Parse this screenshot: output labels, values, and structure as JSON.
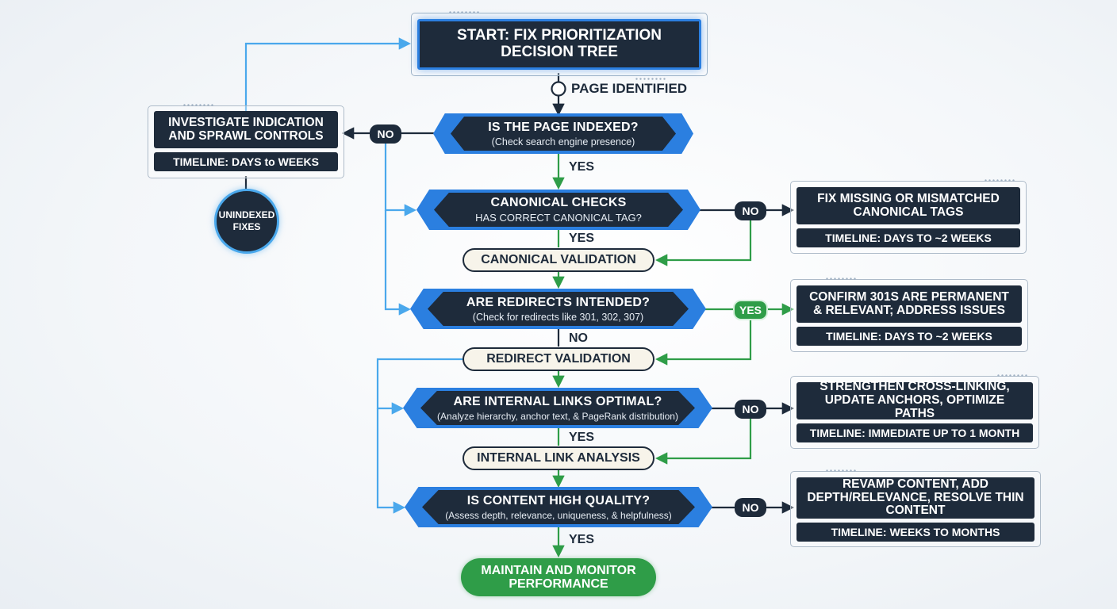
{
  "start": {
    "title": "START: FIX PRIORITIZATION DECISION TREE"
  },
  "entry_label": "PAGE IDENTIFIED",
  "decisions": [
    {
      "title": "IS THE PAGE INDEXED?",
      "subtitle": "(Check search engine presence)"
    },
    {
      "title": "CANONICAL CHECKS",
      "subtitle": "HAS CORRECT CANONICAL TAG?"
    },
    {
      "title": "ARE REDIRECTS INTENDED?",
      "subtitle": "(Check for redirects like 301, 302, 307)"
    },
    {
      "title": "ARE INTERNAL LINKS OPTIMAL?",
      "subtitle": "(Analyze hierarchy, anchor text, & PageRank distribution)"
    },
    {
      "title": "IS CONTENT HIGH QUALITY?",
      "subtitle": "(Assess depth, relevance, uniqueness, & helpfulness)"
    }
  ],
  "validations": [
    "CANONICAL VALIDATION",
    "REDIRECT VALIDATION",
    "INTERNAL LINK ANALYSIS"
  ],
  "labels": {
    "yes": "YES",
    "no": "NO"
  },
  "left_action": {
    "title": "INVESTIGATE INDICATION AND SPRAWL CONTROLS",
    "timeline": "TIMELINE: DAYS to WEEKS",
    "circle": "UNINDEXED FIXES"
  },
  "actions": [
    {
      "title": "FIX MISSING OR MISMATCHED CANONICAL TAGS",
      "timeline": "TIMELINE: DAYS TO ~2 WEEKS"
    },
    {
      "title": "CONFIRM 301s ARE PERMANENT & RELEVANT; ADDRESS ISSUES",
      "timeline": "TIMELINE: DAYS TO ~2 WEEKS"
    },
    {
      "title": "STRENGTHEN CROSS-LINKING, UPDATE ANCHORS, OPTIMIZE PATHS",
      "timeline": "TIMELINE: IMMEDIATE UP TO 1 MONTH"
    },
    {
      "title": "REVAMP CONTENT, ADD DEPTH/RELEVANCE, RESOLVE THIN CONTENT",
      "timeline": "TIMELINE: WEEKS TO MONTHS"
    }
  ],
  "end": {
    "title": "MAINTAIN AND MONITOR PERFORMANCE"
  },
  "colors": {
    "dark": "#1e2b3b",
    "blue": "#2b7fe0",
    "light_blue": "#4aa8ec",
    "green": "#2f9d48"
  }
}
